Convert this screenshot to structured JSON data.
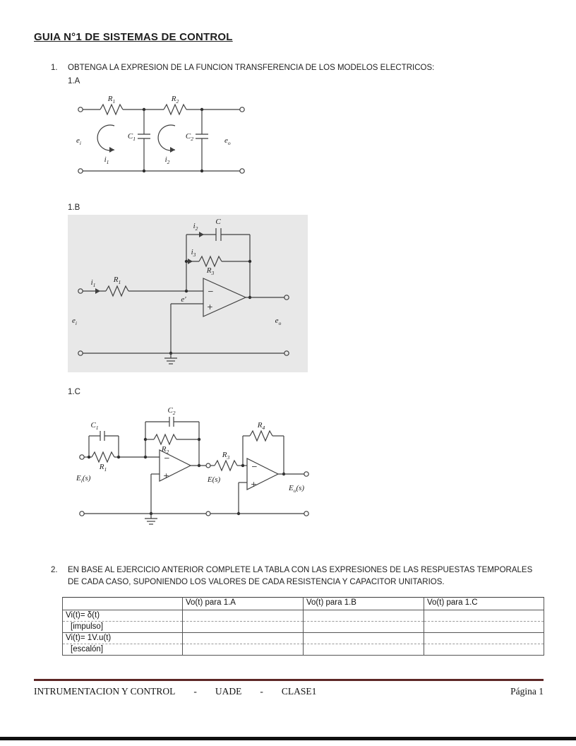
{
  "title": "GUIA N°1 DE SISTEMAS DE CONTROL",
  "symbols": {
    "minus": "−",
    "plus": "+"
  },
  "exercise1": {
    "number": "1.",
    "text": "OBTENGA LA EXPRESION DE LA FUNCION TRANSFERENCIA DE LOS MODELOS ELECTRICOS:"
  },
  "circuitA": {
    "caption": "1.A",
    "labels": {
      "R1": {
        "base": "R",
        "sub": "1"
      },
      "R2": {
        "base": "R",
        "sub": "2"
      },
      "C1": {
        "base": "C",
        "sub": "1"
      },
      "C2": {
        "base": "C",
        "sub": "2"
      },
      "ei": {
        "base": "e",
        "sub": "i"
      },
      "eo": {
        "base": "e",
        "sub": "o"
      },
      "i1": {
        "base": "i",
        "sub": "1"
      },
      "i2": {
        "base": "i",
        "sub": "2"
      }
    }
  },
  "circuitB": {
    "caption": "1.B",
    "labels": {
      "i1": {
        "base": "i",
        "sub": "1"
      },
      "i2": {
        "base": "i",
        "sub": "2"
      },
      "i3": {
        "base": "i",
        "sub": "3"
      },
      "R1": {
        "base": "R",
        "sub": "1"
      },
      "R3": {
        "base": "R",
        "sub": "3"
      },
      "C": {
        "base": "C"
      },
      "eprime": {
        "base": "e′"
      },
      "ei": {
        "base": "e",
        "sub": "i"
      },
      "eo": {
        "base": "e",
        "sub": "o"
      }
    }
  },
  "circuitC": {
    "caption": "1.C",
    "labels": {
      "C1": {
        "base": "C",
        "sub": "1"
      },
      "C2": {
        "base": "C",
        "sub": "2"
      },
      "R1": {
        "base": "R",
        "sub": "1"
      },
      "R2": {
        "base": "R",
        "sub": "2"
      },
      "R3": {
        "base": "R",
        "sub": "3"
      },
      "R4": {
        "base": "R",
        "sub": "4"
      },
      "Ei": {
        "base": "E",
        "sub": "i",
        "suffix": "(s)"
      },
      "E": {
        "base": "E",
        "suffix": "(s)"
      },
      "Eo": {
        "base": "E",
        "sub": "o",
        "suffix": "(s)"
      }
    }
  },
  "exercise2": {
    "number": "2.",
    "text": "EN BASE AL EJERCICIO ANTERIOR COMPLETE LA TABLA CON LAS EXPRESIONES DE LAS RESPUESTAS TEMPORALES DE CADA CASO, SUPONIENDO LOS VALORES DE CADA RESISTENCIA Y CAPACITOR UNITARIOS.",
    "table": {
      "headers": [
        "",
        "Vo(t) para 1.A",
        "Vo(t) para 1.B",
        "Vo(t) para 1.C"
      ],
      "rows": [
        {
          "label_line1": "Vi(t)= δ(t)",
          "label_line2": "[impulso]"
        },
        {
          "label_line1": "Vi(t)= 1V.u(t)",
          "label_line2": "[escalón]"
        }
      ]
    }
  },
  "footer": {
    "left_parts": [
      "INTRUMENTACION Y CONTROL",
      "-",
      "UADE",
      "-",
      "CLASE1"
    ],
    "page_label": "Página 1"
  }
}
